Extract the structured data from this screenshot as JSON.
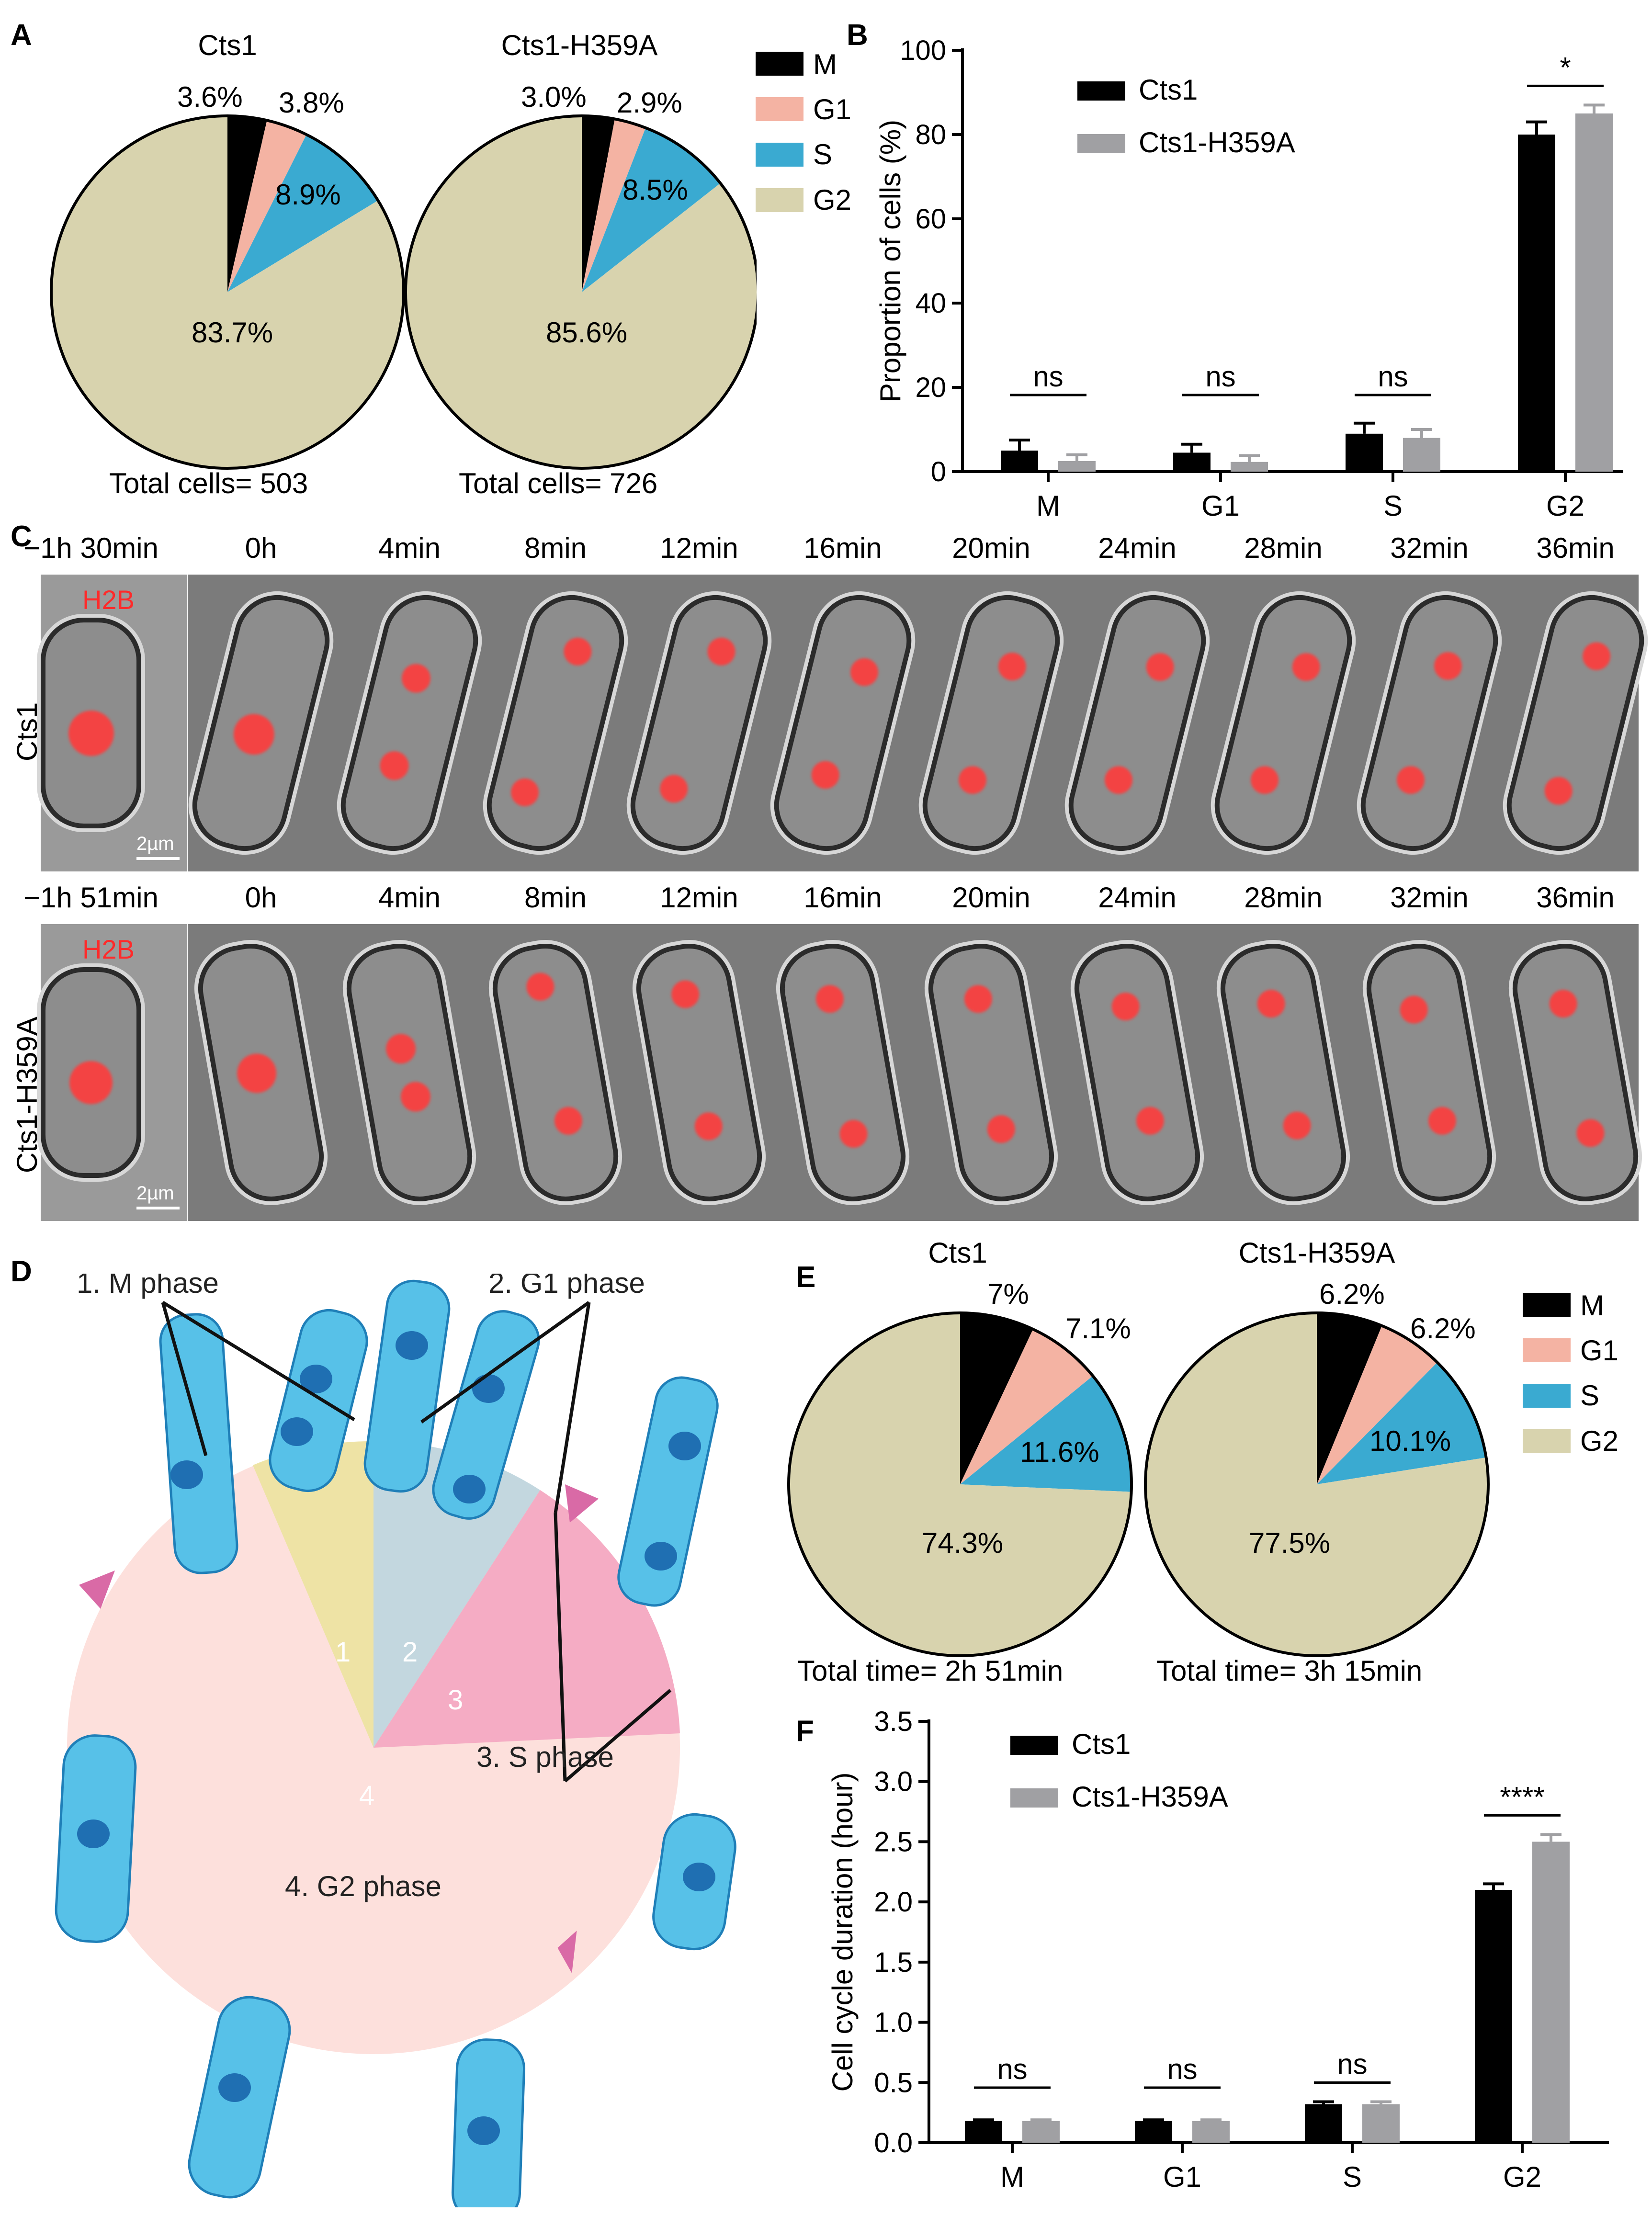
{
  "panels": {
    "A": "A",
    "B": "B",
    "C": "C",
    "D": "D",
    "E": "E",
    "F": "F"
  },
  "legend_phases": [
    {
      "name": "M",
      "color": "#000000"
    },
    {
      "name": "G1",
      "color": "#f4b3a3"
    },
    {
      "name": "S",
      "color": "#3aaad1"
    },
    {
      "name": "G2",
      "color": "#d8d3ae"
    }
  ],
  "chart_data": [
    {
      "id": "A1",
      "type": "pie",
      "title": "Cts1",
      "slices": [
        {
          "label": "M",
          "value": 3.6,
          "text": "3.6%"
        },
        {
          "label": "G1",
          "value": 3.8,
          "text": "3.8%"
        },
        {
          "label": "S",
          "value": 8.9,
          "text": "8.9%"
        },
        {
          "label": "G2",
          "value": 83.7,
          "text": "83.7%"
        }
      ],
      "footer": "Total cells= 503"
    },
    {
      "id": "A2",
      "type": "pie",
      "title": "Cts1-H359A",
      "slices": [
        {
          "label": "M",
          "value": 3.0,
          "text": "3.0%"
        },
        {
          "label": "G1",
          "value": 2.9,
          "text": "2.9%"
        },
        {
          "label": "S",
          "value": 8.5,
          "text": "8.5%"
        },
        {
          "label": "G2",
          "value": 85.6,
          "text": "85.6%"
        }
      ],
      "footer": "Total cells= 726"
    },
    {
      "id": "B",
      "type": "bar",
      "categories": [
        "M",
        "G1",
        "S",
        "G2"
      ],
      "series": [
        {
          "name": "Cts1",
          "color": "#000000",
          "values": [
            5,
            4.5,
            9,
            80
          ],
          "errors": [
            2.5,
            2,
            2.5,
            3
          ]
        },
        {
          "name": "Cts1-H359A",
          "color": "#a0a0a3",
          "values": [
            2.5,
            2.3,
            8,
            85
          ],
          "errors": [
            1.5,
            1.5,
            2,
            2
          ]
        }
      ],
      "ylabel": "Proportion of cells (%)",
      "ylim": [
        0,
        100
      ],
      "yticks": [
        "0",
        "20",
        "40",
        "60",
        "80",
        "100"
      ],
      "sig": [
        "ns",
        "ns",
        "ns",
        "*"
      ]
    },
    {
      "id": "E1",
      "type": "pie",
      "title": "Cts1",
      "slices": [
        {
          "label": "M",
          "value": 7.0,
          "text": "7%"
        },
        {
          "label": "G1",
          "value": 7.1,
          "text": "7.1%"
        },
        {
          "label": "S",
          "value": 11.6,
          "text": "11.6%"
        },
        {
          "label": "G2",
          "value": 74.3,
          "text": "74.3%"
        }
      ],
      "footer": "Total time= 2h 51min"
    },
    {
      "id": "E2",
      "type": "pie",
      "title": "Cts1-H359A",
      "slices": [
        {
          "label": "M",
          "value": 6.2,
          "text": "6.2%"
        },
        {
          "label": "G1",
          "value": 6.2,
          "text": "6.2%"
        },
        {
          "label": "S",
          "value": 10.1,
          "text": "10.1%"
        },
        {
          "label": "G2",
          "value": 77.5,
          "text": "77.5%"
        }
      ],
      "footer": "Total time= 3h 15min"
    },
    {
      "id": "F",
      "type": "bar",
      "categories": [
        "M",
        "G1",
        "S",
        "G2"
      ],
      "series": [
        {
          "name": "Cts1",
          "color": "#000000",
          "values": [
            0.18,
            0.18,
            0.32,
            2.1
          ],
          "errors": [
            0.01,
            0.01,
            0.02,
            0.05
          ]
        },
        {
          "name": "Cts1-H359A",
          "color": "#a0a0a3",
          "values": [
            0.18,
            0.18,
            0.32,
            2.5
          ],
          "errors": [
            0.01,
            0.01,
            0.02,
            0.06
          ]
        }
      ],
      "ylabel": "Cell cycle duration (hour)",
      "ylim": [
        0,
        3.5
      ],
      "yticks": [
        "0.0",
        "0.5",
        "1.0",
        "1.5",
        "2.0",
        "2.5",
        "3.0",
        "3.5"
      ],
      "sig": [
        "ns",
        "ns",
        "ns",
        "****"
      ]
    }
  ],
  "panelC": {
    "row1": {
      "label": "Cts1",
      "times": [
        "−1h 30min",
        "0h",
        "4min",
        "8min",
        "12min",
        "16min",
        "20min",
        "24min",
        "28min",
        "32min",
        "36min"
      ],
      "marker": "H2B",
      "scale": "2µm"
    },
    "row2": {
      "label": "Cts1-H359A",
      "times": [
        "−1h 51min",
        "0h",
        "4min",
        "8min",
        "12min",
        "16min",
        "20min",
        "24min",
        "28min",
        "32min",
        "36min"
      ],
      "marker": "H2B",
      "scale": "2µm"
    }
  },
  "panelD": {
    "m_phase": "1. M phase",
    "g1_phase": "2. G1 phase",
    "s_phase": "3. S phase",
    "g2_phase": "4. G2 phase",
    "sector1": "1",
    "sector2": "2",
    "sector3": "3",
    "sector4": "4"
  }
}
